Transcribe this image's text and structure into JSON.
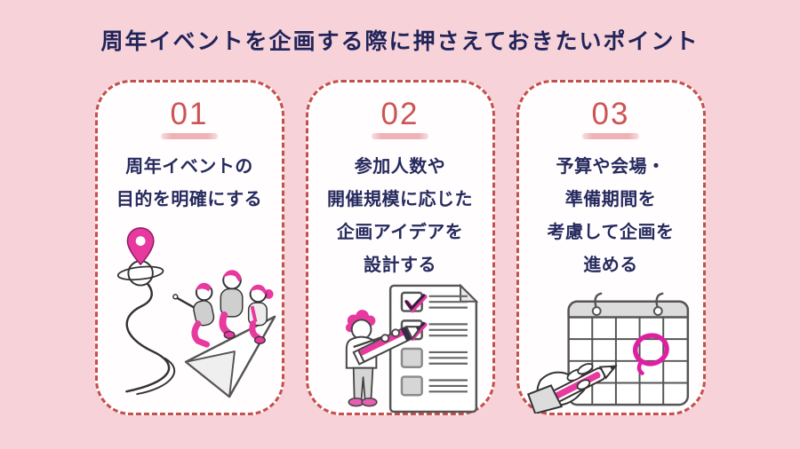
{
  "title": "周年イベントを企画する際に押さえておきたいポイント",
  "colors": {
    "background": "#f7d2d8",
    "card_background": "#fffdfd",
    "card_border_dashed": "#c4504e",
    "number": "#cd5454",
    "number_underline": "#efb2b6",
    "title_text": "#20245a",
    "body_text": "#262a5e",
    "accent_magenta": "#e7399e",
    "illustration_gray": "#d2d2d2"
  },
  "cards": [
    {
      "number": "01",
      "lines": [
        "周年イベントの",
        "目的を明確にする"
      ],
      "illustration": "people-on-paper-plane-pointing-at-map-pin"
    },
    {
      "number": "02",
      "lines": [
        "参加人数や",
        "開催規模に応じた",
        "企画アイデアを",
        "設計する"
      ],
      "illustration": "person-checking-checklist-with-giant-pencil"
    },
    {
      "number": "03",
      "lines": [
        "予算や会場・",
        "準備期間を",
        "考慮して企画を",
        "進める"
      ],
      "illustration": "hand-circling-date-on-calendar"
    }
  ]
}
